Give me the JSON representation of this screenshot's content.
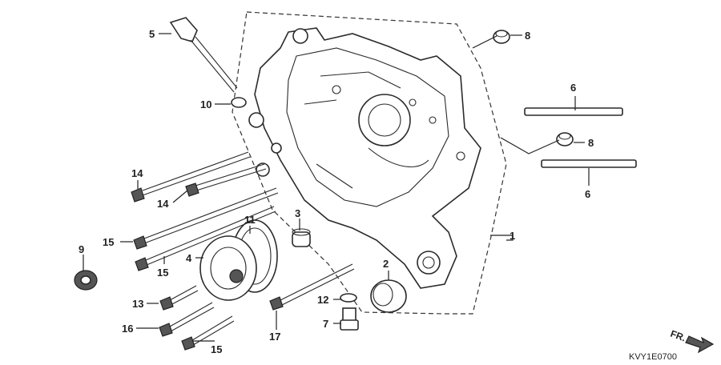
{
  "diagram": {
    "diagram_code": "KVY1E0700",
    "front_label": "FR.",
    "callouts": [
      {
        "id": "c1",
        "label": "1"
      },
      {
        "id": "c2",
        "label": "2"
      },
      {
        "id": "c3",
        "label": "3"
      },
      {
        "id": "c4",
        "label": "4"
      },
      {
        "id": "c5",
        "label": "5"
      },
      {
        "id": "c6a",
        "label": "6"
      },
      {
        "id": "c6b",
        "label": "6"
      },
      {
        "id": "c7",
        "label": "7"
      },
      {
        "id": "c8a",
        "label": "8"
      },
      {
        "id": "c8b",
        "label": "8"
      },
      {
        "id": "c9",
        "label": "9"
      },
      {
        "id": "c10",
        "label": "10"
      },
      {
        "id": "c11",
        "label": "11"
      },
      {
        "id": "c12",
        "label": "12"
      },
      {
        "id": "c13",
        "label": "13"
      },
      {
        "id": "c14a",
        "label": "14"
      },
      {
        "id": "c14b",
        "label": "14"
      },
      {
        "id": "c15a",
        "label": "15"
      },
      {
        "id": "c15b",
        "label": "15"
      },
      {
        "id": "c15c",
        "label": "15"
      },
      {
        "id": "c16",
        "label": "16"
      },
      {
        "id": "c17",
        "label": "17"
      }
    ]
  }
}
